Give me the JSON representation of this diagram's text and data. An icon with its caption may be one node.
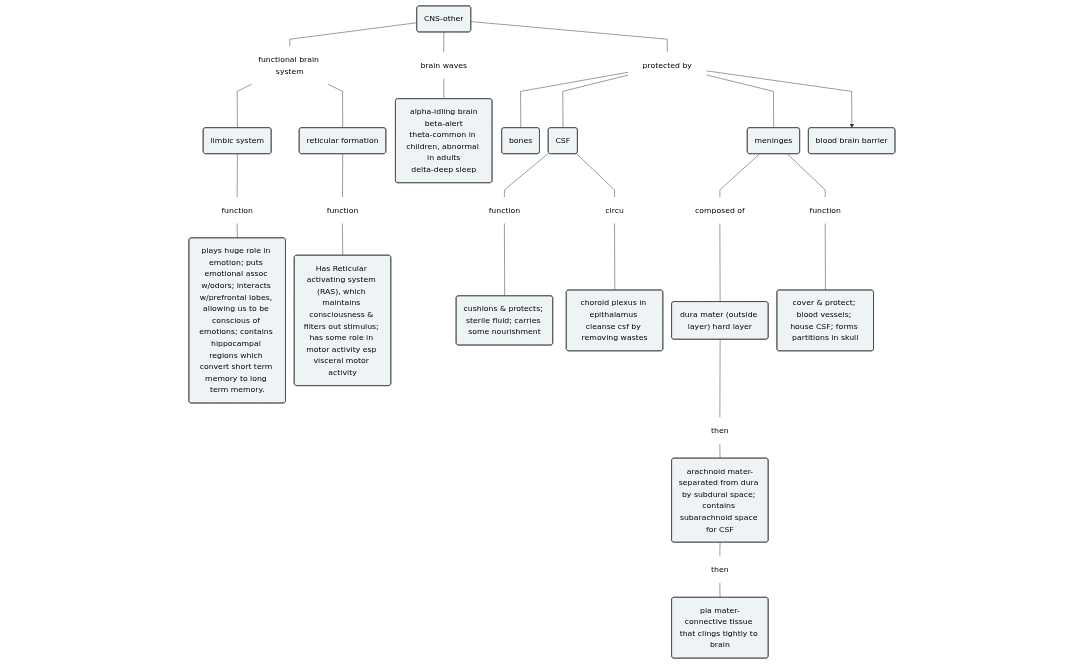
{
  "diagram": {
    "nodes": [
      {
        "text": [
          "CNS-other"
        ]
      },
      {
        "text": [
          "functional brain system"
        ]
      },
      {
        "text": [
          "brain waves"
        ]
      },
      {
        "text": [
          "protected by"
        ]
      },
      {
        "text": [
          "limbic system"
        ]
      },
      {
        "text": [
          "reticular formation"
        ]
      },
      {
        "text": [
          "alpha-idling brain",
          "beta-alert",
          "theta-common in children, abnormal in adults",
          "delta-deep sleep"
        ]
      },
      {
        "text": [
          "bones"
        ]
      },
      {
        "text": [
          "CSF"
        ]
      },
      {
        "text": [
          "meninges"
        ]
      },
      {
        "text": [
          "blood brain barrier"
        ]
      },
      {
        "text": [
          "function"
        ]
      },
      {
        "text": [
          "function"
        ]
      },
      {
        "text": [
          "plays huge role in emotion; puts emotional assoc w/odors; interacts w/prefrontal lobes, allowing us to be conscious of emotions; contains hippocampal regions which convert short term memory to long term memory."
        ]
      },
      {
        "text": [
          "Has Reticular activating system (RAS), which maintains consciousness & filters out stimulus; has some role in motor activity esp visceral motor activity"
        ]
      },
      {
        "text": [
          "function"
        ]
      },
      {
        "text": [
          "circu"
        ]
      },
      {
        "text": [
          "cushions & protects; sterile fluid; carries some nourishment"
        ]
      },
      {
        "text": [
          "choroid plexus in epithalamus cleanse csf by removing wastes"
        ]
      },
      {
        "text": [
          "composed of"
        ]
      },
      {
        "text": [
          "function"
        ]
      },
      {
        "text": [
          "dura mater (outside layer) hard layer"
        ]
      },
      {
        "text": [
          "cover & protect; blood vessels; house CSF; forms partitions in skull"
        ]
      },
      {
        "text": [
          "then"
        ]
      },
      {
        "text": [
          "arachnoid mater-separated from dura by subdural space; contains subarachnoid space for CSF"
        ]
      },
      {
        "text": [
          "then"
        ]
      },
      {
        "text": [
          "pia mater-connective tissue that clings tightly to brain"
        ]
      }
    ],
    "edges": [
      {
        "from": 0,
        "to": 1,
        "arrow": "none"
      },
      {
        "from": 0,
        "to": 2,
        "arrow": "none"
      },
      {
        "from": 0,
        "to": 3,
        "arrow": "none"
      },
      {
        "from": 1,
        "to": 4,
        "arrow": "none"
      },
      {
        "from": 1,
        "to": 5,
        "arrow": "none"
      },
      {
        "from": 2,
        "to": 6,
        "arrow": "none"
      },
      {
        "from": 3,
        "to": 7,
        "arrow": "none"
      },
      {
        "from": 3,
        "to": 8,
        "arrow": "none"
      },
      {
        "from": 3,
        "to": 9,
        "arrow": "none"
      },
      {
        "from": 3,
        "to": 10,
        "arrow": "to"
      },
      {
        "from": 4,
        "to": 11,
        "arrow": "none"
      },
      {
        "from": 11,
        "to": 13,
        "arrow": "none"
      },
      {
        "from": 5,
        "to": 12,
        "arrow": "none"
      },
      {
        "from": 12,
        "to": 14,
        "arrow": "none"
      },
      {
        "from": 8,
        "to": 15,
        "arrow": "none"
      },
      {
        "from": 8,
        "to": 16,
        "arrow": "none"
      },
      {
        "from": 15,
        "to": 17,
        "arrow": "none"
      },
      {
        "from": 16,
        "to": 18,
        "arrow": "none"
      },
      {
        "from": 9,
        "to": 19,
        "arrow": "none"
      },
      {
        "from": 9,
        "to": 20,
        "arrow": "none"
      },
      {
        "from": 19,
        "to": 21,
        "arrow": "none"
      },
      {
        "from": 20,
        "to": 22,
        "arrow": "none"
      },
      {
        "from": 21,
        "to": 23,
        "arrow": "none"
      },
      {
        "from": 23,
        "to": 24,
        "arrow": "none"
      },
      {
        "from": 24,
        "to": 25,
        "arrow": "none"
      },
      {
        "from": 25,
        "to": 26,
        "arrow": "none"
      }
    ]
  }
}
